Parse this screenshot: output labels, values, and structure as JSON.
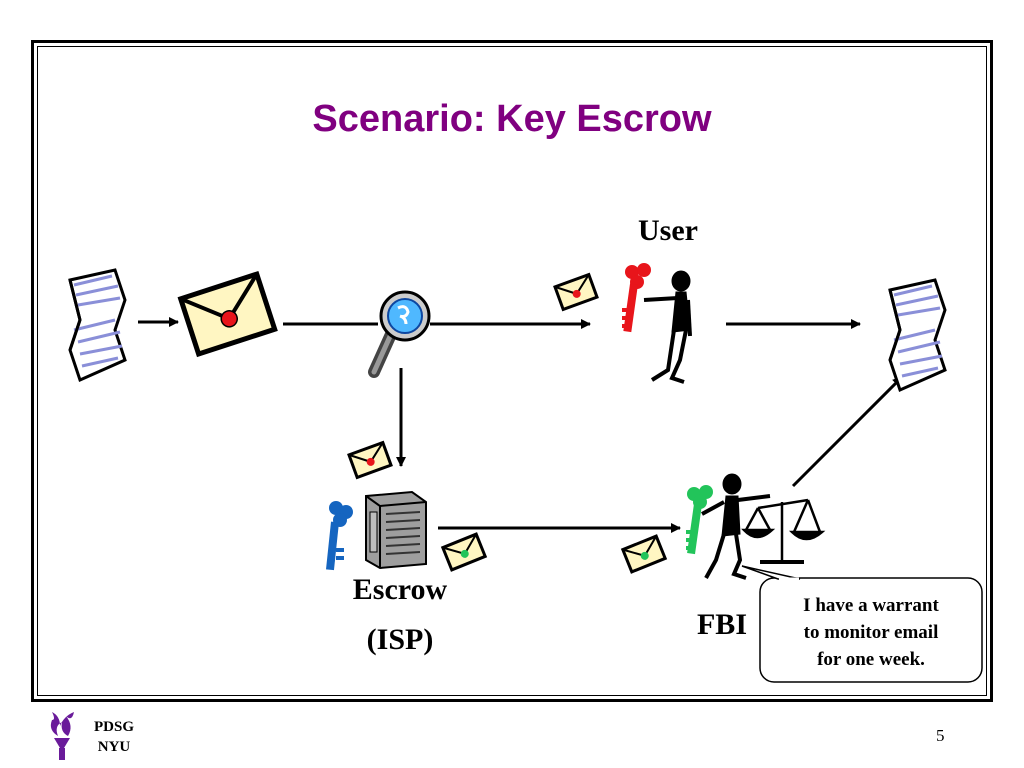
{
  "slide": {
    "title": "Scenario: Key Escrow",
    "title_color": "#800080",
    "page_number": "5"
  },
  "labels": {
    "user": "User",
    "escrow": "Escrow",
    "isp": "(ISP)",
    "fbi": "FBI"
  },
  "callout": {
    "line1": "I have a warrant",
    "line2": "to monitor email",
    "line3": "for one week."
  },
  "footer": {
    "org_line1": "PDSG",
    "org_line2": "NYU",
    "logo_color": "#6a1b9a"
  },
  "colors": {
    "user_key": "#e8151b",
    "escrow_key": "#1565c0",
    "fbi_key": "#22c45a",
    "envelope_fill": "#fff6c2",
    "magnifier_lens": "#4fb8ff"
  },
  "icons": [
    "open-book-icon",
    "sealed-envelope-icon",
    "magnifier-icon",
    "key-icon",
    "stick-figure-icon",
    "server-icon",
    "scales-icon",
    "torch-logo-icon"
  ]
}
